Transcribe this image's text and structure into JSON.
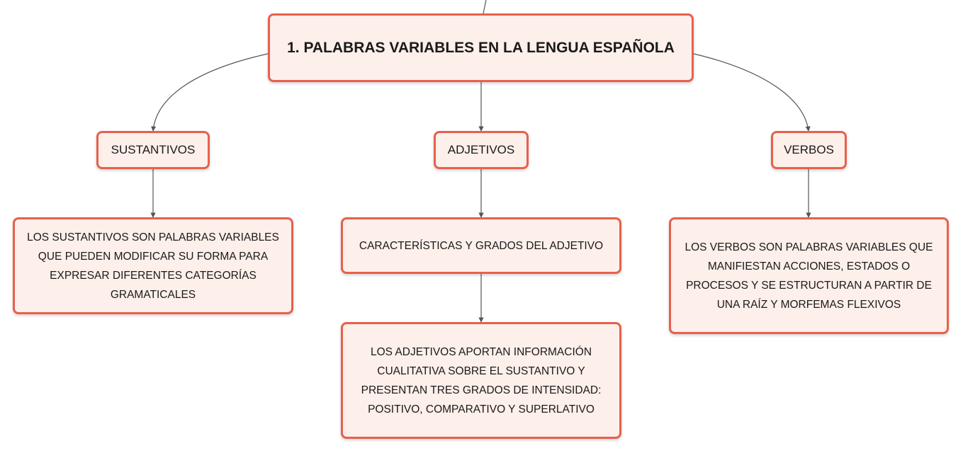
{
  "diagram": {
    "root": {
      "title": "1. PALABRAS VARIABLES EN LA LENGUA ESPAÑOLA"
    },
    "branches": [
      {
        "label": "SUSTANTIVOS",
        "children": [
          {
            "text": "LOS SUSTANTIVOS SON PALABRAS VARIABLES QUE PUEDEN MODIFICAR SU FORMA PARA EXPRESAR DIFERENTES CATEGORÍAS GRAMATICALES"
          }
        ]
      },
      {
        "label": "ADJETIVOS",
        "children": [
          {
            "text": "CARACTERÍSTICAS Y GRADOS DEL ADJETIVO"
          },
          {
            "text": "LOS ADJETIVOS APORTAN INFORMACIÓN CUALITATIVA SOBRE EL SUSTANTIVO Y PRESENTAN TRES GRADOS DE INTENSIDAD: POSITIVO, COMPARATIVO Y SUPERLATIVO"
          }
        ]
      },
      {
        "label": "VERBOS",
        "children": [
          {
            "text": "LOS VERBOS SON PALABRAS VARIABLES QUE MANIFIESTAN ACCIONES, ESTADOS O PROCESOS Y SE ESTRUCTURAN A PARTIR DE UNA RAÍZ Y MORFEMAS FLEXIVOS"
          }
        ]
      }
    ],
    "colors": {
      "node_border": "#e8604c",
      "node_fill": "#fdefea",
      "connector": "#555555",
      "text": "#1a1a1a"
    }
  }
}
